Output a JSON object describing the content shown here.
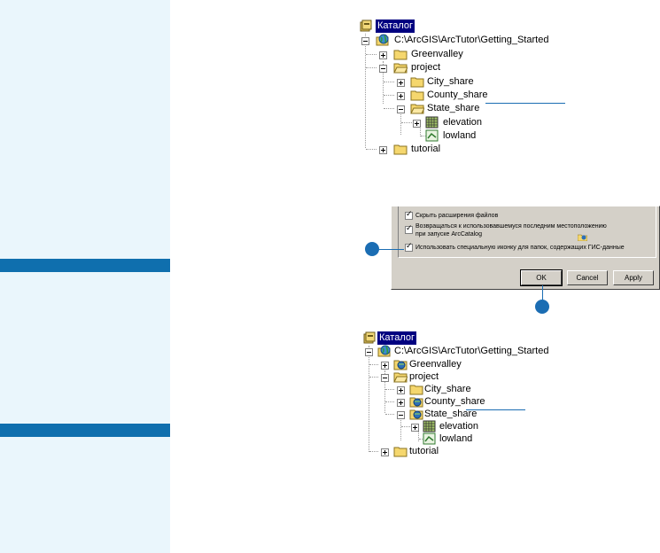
{
  "tree_top": {
    "root": "Каталог",
    "path": "C:\\ArcGIS\\ArcTutor\\Getting_Started",
    "items": [
      "Greenvalley",
      "project",
      "City_share",
      "County_share",
      "State_share",
      "elevation",
      "lowland",
      "tutorial"
    ]
  },
  "dialog": {
    "options": [
      "Скрыть расширения файлов",
      "Возвращаться к использовавшемуся последним местоположению",
      "при запуске ArcCatalog",
      "Использовать специальную иконку для папок, содержащих ГИС-данные"
    ],
    "ok_label": "OK",
    "cancel_label": "Cancel",
    "apply_label": "Apply"
  },
  "tree_bottom": {
    "root": "Каталог",
    "path": "C:\\ArcGIS\\ArcTutor\\Getting_Started",
    "items": [
      "Greenvalley",
      "project",
      "City_share",
      "County_share",
      "State_share",
      "elevation",
      "lowland",
      "tutorial"
    ]
  },
  "colors": {
    "accent": "#1b6db3",
    "sidebar": "#eaf6fc",
    "sidebar_bar": "#0f6fae",
    "selection": "#000080",
    "folder": "#f5d76e"
  }
}
